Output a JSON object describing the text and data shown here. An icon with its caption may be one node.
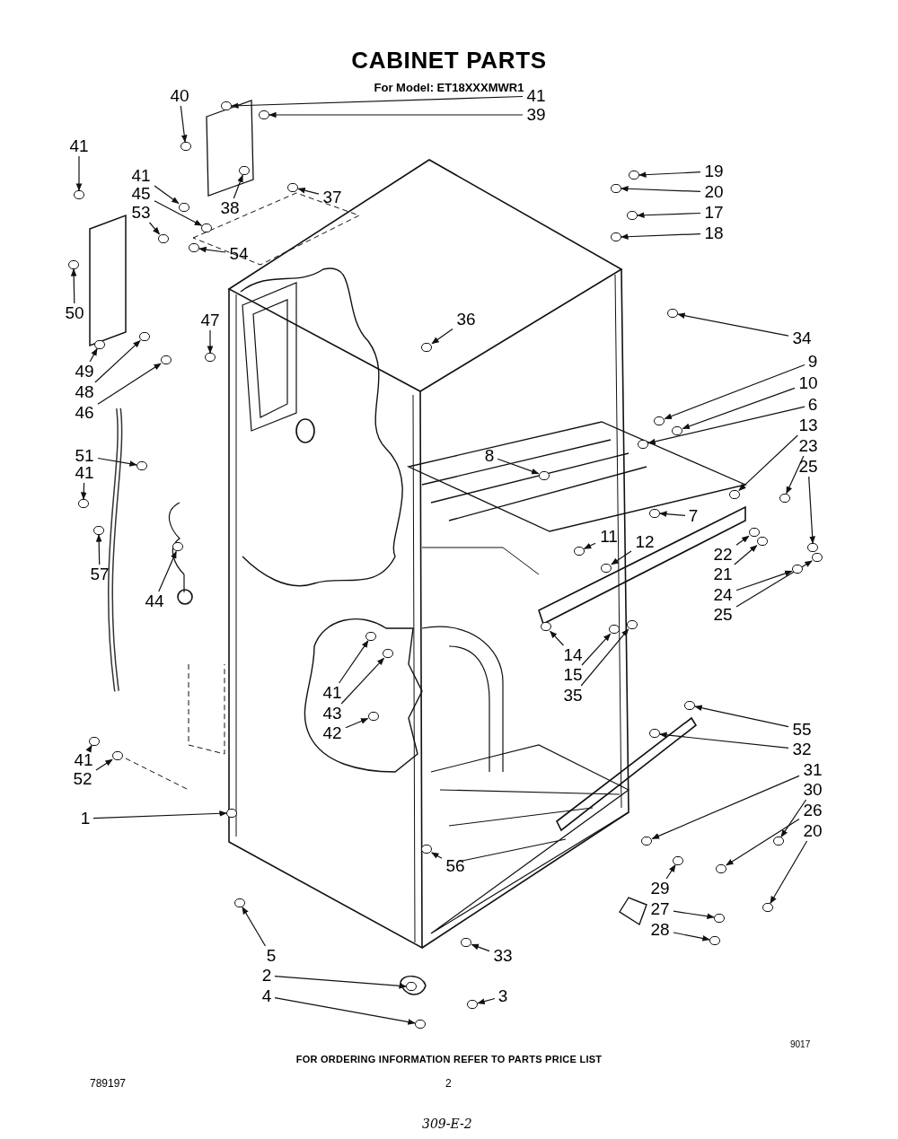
{
  "diagram": {
    "title": "CABINET PARTS",
    "nodes": [
      {
        "text": [
          "41"
        ]
      },
      {
        "text": [
          "39"
        ]
      },
      {
        "text": [
          "40"
        ]
      },
      {
        "text": [
          "41"
        ]
      },
      {
        "text": [
          "41"
        ]
      },
      {
        "text": [
          "45"
        ]
      },
      {
        "text": [
          "53"
        ]
      },
      {
        "text": [
          "38"
        ]
      },
      {
        "text": [
          "37"
        ]
      },
      {
        "text": [
          "54"
        ]
      },
      {
        "text": [
          "50"
        ]
      },
      {
        "text": [
          "49"
        ]
      },
      {
        "text": [
          "48"
        ]
      },
      {
        "text": [
          "46"
        ]
      },
      {
        "text": [
          "47"
        ]
      },
      {
        "text": [
          "51"
        ]
      },
      {
        "text": [
          "41"
        ]
      },
      {
        "text": [
          "57"
        ]
      },
      {
        "text": [
          "44"
        ]
      },
      {
        "text": [
          "36"
        ]
      },
      {
        "text": [
          "19"
        ]
      },
      {
        "text": [
          "20"
        ]
      },
      {
        "text": [
          "17"
        ]
      },
      {
        "text": [
          "18"
        ]
      },
      {
        "text": [
          "34"
        ]
      },
      {
        "text": [
          "9"
        ]
      },
      {
        "text": [
          "10"
        ]
      },
      {
        "text": [
          "6"
        ]
      },
      {
        "text": [
          "13"
        ]
      },
      {
        "text": [
          "23"
        ]
      },
      {
        "text": [
          "25"
        ]
      },
      {
        "text": [
          "8"
        ]
      },
      {
        "text": [
          "7"
        ]
      },
      {
        "text": [
          "11"
        ]
      },
      {
        "text": [
          "12"
        ]
      },
      {
        "text": [
          "22"
        ]
      },
      {
        "text": [
          "21"
        ]
      },
      {
        "text": [
          "24"
        ]
      },
      {
        "text": [
          "25"
        ]
      },
      {
        "text": [
          "14"
        ]
      },
      {
        "text": [
          "15"
        ]
      },
      {
        "text": [
          "35"
        ]
      },
      {
        "text": [
          "41"
        ]
      },
      {
        "text": [
          "43"
        ]
      },
      {
        "text": [
          "42"
        ]
      },
      {
        "text": [
          "55"
        ]
      },
      {
        "text": [
          "32"
        ]
      },
      {
        "text": [
          "31"
        ]
      },
      {
        "text": [
          "30"
        ]
      },
      {
        "text": [
          "26"
        ]
      },
      {
        "text": [
          "20"
        ]
      },
      {
        "text": [
          "29"
        ]
      },
      {
        "text": [
          "27"
        ]
      },
      {
        "text": [
          "28"
        ]
      },
      {
        "text": [
          "56"
        ]
      },
      {
        "text": [
          "41"
        ]
      },
      {
        "text": [
          "52"
        ]
      },
      {
        "text": [
          "1"
        ]
      },
      {
        "text": [
          "5"
        ]
      },
      {
        "text": [
          "2"
        ]
      },
      {
        "text": [
          "4"
        ]
      },
      {
        "text": [
          "33"
        ]
      },
      {
        "text": [
          "3"
        ]
      },
      {
        "text": [],
        "shape": "circle"
      },
      {
        "text": [],
        "shape": "circle"
      },
      {
        "text": [],
        "shape": "circle"
      },
      {
        "text": [],
        "shape": "circle"
      },
      {
        "text": [],
        "shape": "circle"
      },
      {
        "text": [],
        "shape": "circle"
      },
      {
        "text": [],
        "shape": "circle"
      },
      {
        "text": [],
        "shape": "circle"
      },
      {
        "text": [],
        "shape": "circle"
      },
      {
        "text": [],
        "shape": "circle"
      },
      {
        "text": [],
        "shape": "circle"
      },
      {
        "text": [],
        "shape": "circle"
      },
      {
        "text": [],
        "shape": "circle"
      },
      {
        "text": [],
        "shape": "circle"
      },
      {
        "text": [],
        "shape": "circle"
      },
      {
        "text": [],
        "shape": "circle"
      },
      {
        "text": [],
        "shape": "circle"
      },
      {
        "text": [],
        "shape": "circle"
      },
      {
        "text": [],
        "shape": "circle"
      },
      {
        "text": [],
        "shape": "circle"
      },
      {
        "text": [],
        "shape": "circle"
      },
      {
        "text": [],
        "shape": "circle"
      },
      {
        "text": [],
        "shape": "circle"
      },
      {
        "text": [],
        "shape": "circle"
      },
      {
        "text": [],
        "shape": "circle"
      },
      {
        "text": [],
        "shape": "circle"
      },
      {
        "text": [],
        "shape": "circle"
      },
      {
        "text": [],
        "shape": "circle"
      },
      {
        "text": [],
        "shape": "circle"
      },
      {
        "text": [],
        "shape": "circle"
      },
      {
        "text": [],
        "shape": "circle"
      },
      {
        "text": [],
        "shape": "circle"
      },
      {
        "text": [],
        "shape": "circle"
      },
      {
        "text": [],
        "shape": "circle"
      },
      {
        "text": [],
        "shape": "circle"
      },
      {
        "text": [],
        "shape": "circle"
      },
      {
        "text": [],
        "shape": "circle"
      },
      {
        "text": [],
        "shape": "circle"
      },
      {
        "text": [],
        "shape": "circle"
      },
      {
        "text": [],
        "shape": "circle"
      },
      {
        "text": [],
        "shape": "circle"
      },
      {
        "text": [],
        "shape": "circle"
      },
      {
        "text": [],
        "shape": "circle"
      },
      {
        "text": [],
        "shape": "circle"
      },
      {
        "text": [],
        "shape": "circle"
      },
      {
        "text": [],
        "shape": "circle"
      },
      {
        "text": [],
        "shape": "circle"
      },
      {
        "text": [],
        "shape": "circle"
      },
      {
        "text": [],
        "shape": "circle"
      },
      {
        "text": [],
        "shape": "circle"
      },
      {
        "text": [],
        "shape": "circle"
      },
      {
        "text": [],
        "shape": "circle"
      },
      {
        "text": [],
        "shape": "circle"
      },
      {
        "text": [],
        "shape": "circle"
      },
      {
        "text": [],
        "shape": "circle"
      },
      {
        "text": [],
        "shape": "circle"
      },
      {
        "text": [],
        "shape": "circle"
      },
      {
        "text": [],
        "shape": "circle"
      },
      {
        "text": [],
        "shape": "circle"
      },
      {
        "text": [],
        "shape": "circle"
      },
      {
        "text": [],
        "shape": "circle"
      },
      {
        "text": [],
        "shape": "circle"
      },
      {
        "text": [],
        "shape": "circle"
      }
    ],
    "edges": [
      {
        "from": 0,
        "to": 63,
        "arrow": "to"
      },
      {
        "from": 1,
        "to": 64,
        "arrow": "to"
      },
      {
        "from": 2,
        "to": 65,
        "arrow": "to"
      },
      {
        "from": 3,
        "to": 66,
        "arrow": "to"
      },
      {
        "from": 4,
        "to": 67,
        "arrow": "to"
      },
      {
        "from": 5,
        "to": 68,
        "arrow": "to"
      },
      {
        "from": 6,
        "to": 69,
        "arrow": "to"
      },
      {
        "from": 7,
        "to": 70,
        "arrow": "to"
      },
      {
        "from": 8,
        "to": 71,
        "arrow": "to"
      },
      {
        "from": 9,
        "to": 72,
        "arrow": "to"
      },
      {
        "from": 10,
        "to": 73,
        "arrow": "to"
      },
      {
        "from": 11,
        "to": 74,
        "arrow": "to"
      },
      {
        "from": 12,
        "to": 75,
        "arrow": "to"
      },
      {
        "from": 13,
        "to": 76,
        "arrow": "to"
      },
      {
        "from": 14,
        "to": 77,
        "arrow": "to"
      },
      {
        "from": 15,
        "to": 78,
        "arrow": "to"
      },
      {
        "from": 16,
        "to": 79,
        "arrow": "to"
      },
      {
        "from": 17,
        "to": 80,
        "arrow": "to"
      },
      {
        "from": 18,
        "to": 81,
        "arrow": "to"
      },
      {
        "from": 19,
        "to": 82,
        "arrow": "to"
      },
      {
        "from": 20,
        "to": 83,
        "arrow": "to"
      },
      {
        "from": 21,
        "to": 84,
        "arrow": "to"
      },
      {
        "from": 22,
        "to": 85,
        "arrow": "to"
      },
      {
        "from": 23,
        "to": 86,
        "arrow": "to"
      },
      {
        "from": 24,
        "to": 87,
        "arrow": "to"
      },
      {
        "from": 25,
        "to": 88,
        "arrow": "to"
      },
      {
        "from": 26,
        "to": 89,
        "arrow": "to"
      },
      {
        "from": 27,
        "to": 90,
        "arrow": "to"
      },
      {
        "from": 28,
        "to": 91,
        "arrow": "to"
      },
      {
        "from": 29,
        "to": 92,
        "arrow": "to"
      },
      {
        "from": 30,
        "to": 93,
        "arrow": "to"
      },
      {
        "from": 31,
        "to": 94,
        "arrow": "to"
      },
      {
        "from": 32,
        "to": 95,
        "arrow": "to"
      },
      {
        "from": 33,
        "to": 96,
        "arrow": "to"
      },
      {
        "from": 34,
        "to": 97,
        "arrow": "to"
      },
      {
        "from": 35,
        "to": 98,
        "arrow": "to"
      },
      {
        "from": 36,
        "to": 99,
        "arrow": "to"
      },
      {
        "from": 37,
        "to": 100,
        "arrow": "to"
      },
      {
        "from": 38,
        "to": 101,
        "arrow": "to"
      },
      {
        "from": 39,
        "to": 102,
        "arrow": "to"
      },
      {
        "from": 40,
        "to": 103,
        "arrow": "to"
      },
      {
        "from": 41,
        "to": 104,
        "arrow": "to"
      },
      {
        "from": 42,
        "to": 105,
        "arrow": "to"
      },
      {
        "from": 43,
        "to": 106,
        "arrow": "to"
      },
      {
        "from": 44,
        "to": 107,
        "arrow": "to"
      },
      {
        "from": 45,
        "to": 108,
        "arrow": "to"
      },
      {
        "from": 46,
        "to": 109,
        "arrow": "to"
      },
      {
        "from": 47,
        "to": 110,
        "arrow": "to"
      },
      {
        "from": 48,
        "to": 111,
        "arrow": "to"
      },
      {
        "from": 49,
        "to": 112,
        "arrow": "to"
      },
      {
        "from": 50,
        "to": 113,
        "arrow": "to"
      },
      {
        "from": 51,
        "to": 114,
        "arrow": "to"
      },
      {
        "from": 52,
        "to": 115,
        "arrow": "to"
      },
      {
        "from": 53,
        "to": 116,
        "arrow": "to"
      },
      {
        "from": 54,
        "to": 117,
        "arrow": "to"
      },
      {
        "from": 55,
        "to": 118,
        "arrow": "to"
      },
      {
        "from": 56,
        "to": 119,
        "arrow": "to"
      },
      {
        "from": 57,
        "to": 120,
        "arrow": "to"
      },
      {
        "from": 58,
        "to": 121,
        "arrow": "to"
      },
      {
        "from": 59,
        "to": 122,
        "arrow": "to"
      },
      {
        "from": 60,
        "to": 123,
        "arrow": "to"
      },
      {
        "from": 61,
        "to": 124,
        "arrow": "to"
      },
      {
        "from": 62,
        "to": 125,
        "arrow": "to"
      }
    ],
    "labels": [
      "For Model: ET18XXXMWR1",
      "9017",
      "FOR ORDERING INFORMATION REFER TO PARTS PRICE LIST",
      "789197",
      "2",
      "309-E-2"
    ]
  }
}
